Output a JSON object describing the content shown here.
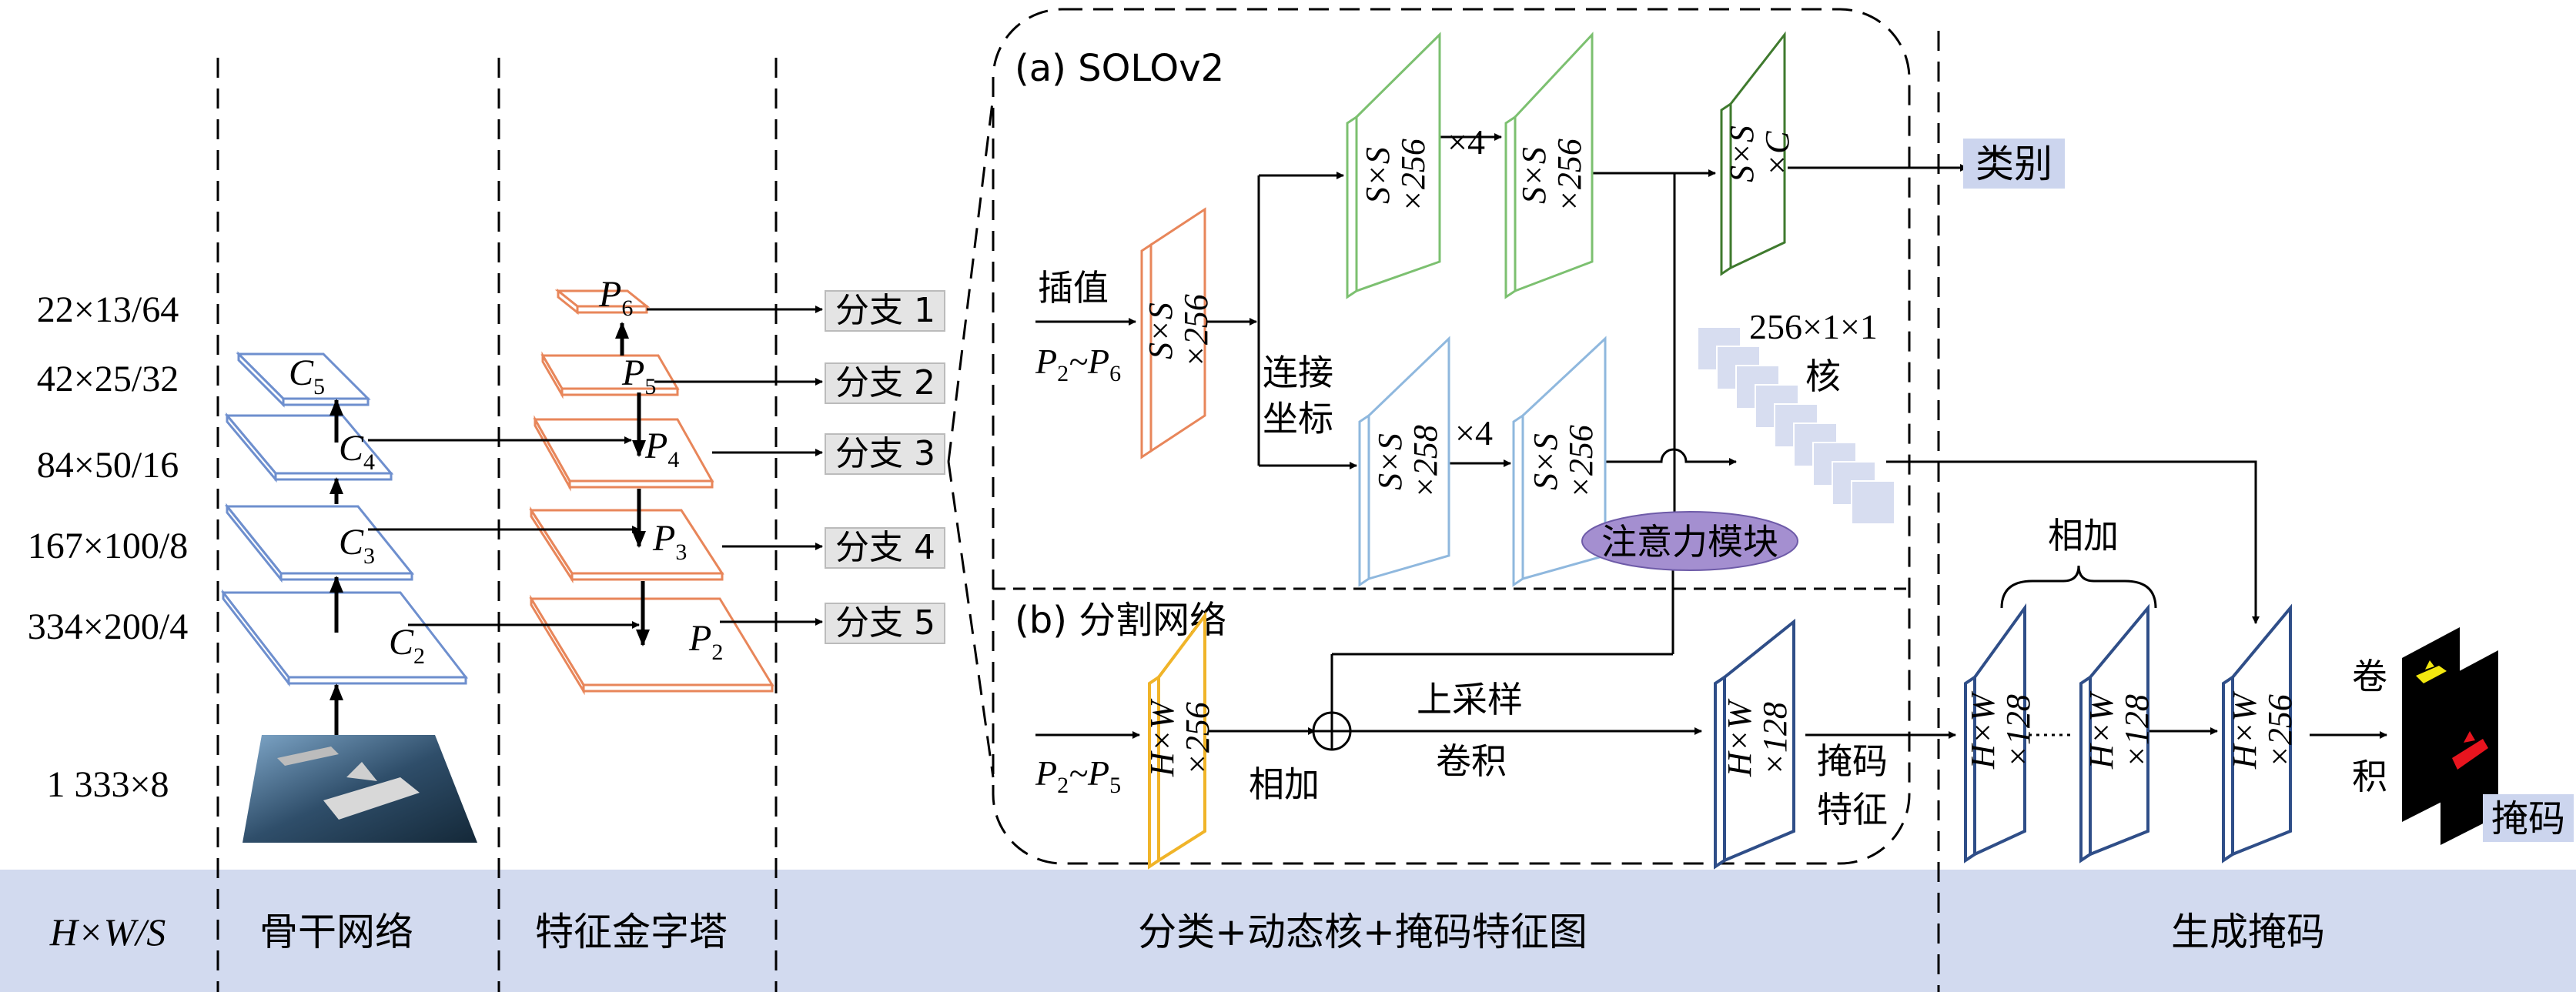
{
  "bottom_bar": {
    "sections": [
      "H×W/S",
      "骨干网络",
      "特征金字塔",
      "分类+动态核+掩码特征图",
      "生成掩码"
    ]
  },
  "scale_labels": [
    "22×13/64",
    "42×25/32",
    "84×50/16",
    "167×100/8",
    "334×200/4",
    "1 333×8"
  ],
  "backbone": {
    "levels": [
      {
        "main": "C",
        "sub": "5"
      },
      {
        "main": "C",
        "sub": "4"
      },
      {
        "main": "C",
        "sub": "3"
      },
      {
        "main": "C",
        "sub": "2"
      }
    ]
  },
  "fpn": {
    "levels": [
      {
        "main": "P",
        "sub": "6"
      },
      {
        "main": "P",
        "sub": "5"
      },
      {
        "main": "P",
        "sub": "4"
      },
      {
        "main": "P",
        "sub": "3"
      },
      {
        "main": "P",
        "sub": "2"
      }
    ]
  },
  "branches": [
    "分支 1",
    "分支 2",
    "分支 3",
    "分支 4",
    "分支 5"
  ],
  "solo": {
    "title": "(a) SOLOv2",
    "interp_label": "插值",
    "input_main": "P",
    "input_sub1": "2",
    "input_tilde": "~P",
    "input_sub2": "6",
    "plate_input": [
      "S×S",
      "×256"
    ],
    "concat_label_1": "连接",
    "concat_label_2": "坐标",
    "green_1": [
      "S×S",
      "×256"
    ],
    "green_2": [
      "S×S",
      "×256"
    ],
    "green_3": [
      "S×S",
      "×C"
    ],
    "times4_top": "×4",
    "blue_1": [
      "S×S",
      "×258"
    ],
    "blue_2": [
      "S×S",
      "×256"
    ],
    "times4_bottom": "×4",
    "category": "类别",
    "kernel_dims": "256×1×1",
    "kernel_label": "核",
    "attention": "注意力模块"
  },
  "seg": {
    "title": "(b) 分割网络",
    "input_main": "P",
    "input_sub1": "2",
    "input_tilde": "~P",
    "input_sub2": "5",
    "plate_orange": [
      "H×W",
      "×256"
    ],
    "add_label": "相加",
    "upsample_1": "上采样",
    "upsample_2": "卷积",
    "plate_navy": [
      "H×W",
      "×128"
    ],
    "mask_feat_1": "掩码",
    "mask_feat_2": "特征"
  },
  "generate": {
    "add_label": "相加",
    "plate_1": [
      "H×W",
      "×128"
    ],
    "plate_2": [
      "H×W",
      "×128"
    ],
    "plate_3": [
      "H×W",
      "×256"
    ],
    "conv_1": "卷",
    "conv_2": "积",
    "mask_label": "掩码"
  },
  "colors": {
    "backbone": "#6e8fce",
    "fpn": "#e8865a",
    "green": "#7cc070",
    "dark_green": "#3f7a2e",
    "light_blue": "#8fb8de",
    "orange_yellow": "#f0b429",
    "navy": "#2f4e88",
    "bar": "#d2daef",
    "label_bg": "#ccd5ee",
    "branch_bg": "#e4e4e4",
    "attention": "#a48fd0"
  }
}
